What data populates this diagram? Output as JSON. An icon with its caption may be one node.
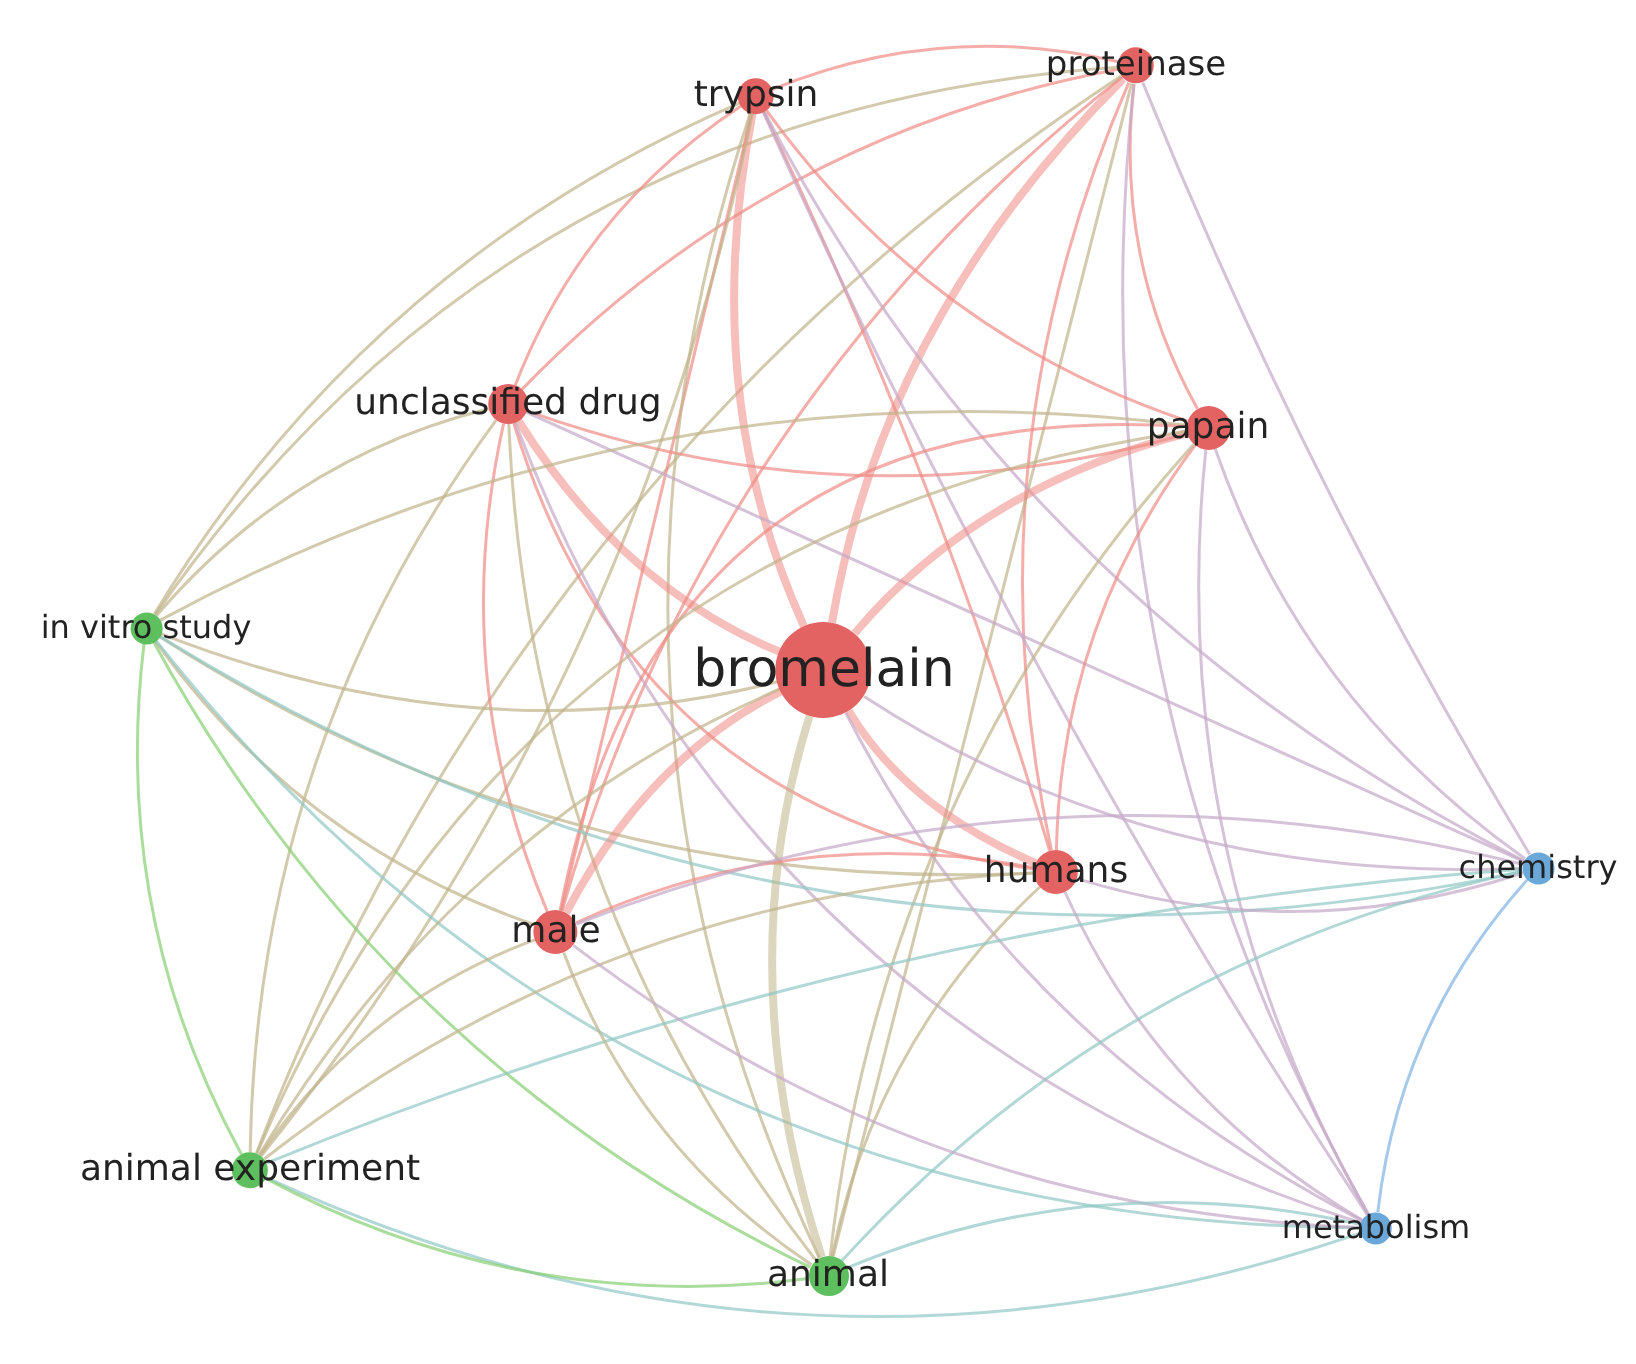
{
  "diagram": {
    "nodes": [
      {
        "text": [
          "proteinase"
        ]
      },
      {
        "text": [
          "trypsin"
        ]
      },
      {
        "text": [
          "unclassified drug"
        ]
      },
      {
        "text": [
          "papain"
        ]
      },
      {
        "text": [
          "in vitro study"
        ]
      },
      {
        "text": [
          "bromelain"
        ]
      },
      {
        "text": [
          "humans"
        ]
      },
      {
        "text": [
          "chemistry"
        ]
      },
      {
        "text": [
          "male"
        ]
      },
      {
        "text": [
          "animal experiment"
        ]
      },
      {
        "text": [
          "metabolism"
        ]
      },
      {
        "text": [
          "animal"
        ]
      }
    ],
    "edges": [
      {
        "from": 0,
        "to": 1,
        "arrow": "none"
      },
      {
        "from": 0,
        "to": 2,
        "arrow": "none"
      },
      {
        "from": 0,
        "to": 3,
        "arrow": "none"
      },
      {
        "from": 0,
        "to": 4,
        "arrow": "none",
        "color": "#c0b48a"
      },
      {
        "from": 0,
        "to": 5,
        "arrow": "none",
        "style": "thick"
      },
      {
        "from": 0,
        "to": 6,
        "arrow": "none"
      },
      {
        "from": 0,
        "to": 7,
        "arrow": "none",
        "color": "#c4a8c8"
      },
      {
        "from": 0,
        "to": 8,
        "arrow": "none"
      },
      {
        "from": 0,
        "to": 9,
        "arrow": "none",
        "color": "#c0b48a"
      },
      {
        "from": 0,
        "to": 10,
        "arrow": "none",
        "color": "#c4a8c8"
      },
      {
        "from": 0,
        "to": 11,
        "arrow": "none",
        "color": "#c0b48a"
      },
      {
        "from": 1,
        "to": 2,
        "arrow": "none"
      },
      {
        "from": 1,
        "to": 3,
        "arrow": "none"
      },
      {
        "from": 1,
        "to": 4,
        "arrow": "none",
        "color": "#c0b48a"
      },
      {
        "from": 1,
        "to": 5,
        "arrow": "none",
        "style": "thick"
      },
      {
        "from": 1,
        "to": 6,
        "arrow": "none"
      },
      {
        "from": 1,
        "to": 7,
        "arrow": "none",
        "color": "#c4a8c8"
      },
      {
        "from": 1,
        "to": 8,
        "arrow": "none"
      },
      {
        "from": 1,
        "to": 9,
        "arrow": "none",
        "color": "#c0b48a"
      },
      {
        "from": 1,
        "to": 10,
        "arrow": "none",
        "color": "#c4a8c8"
      },
      {
        "from": 1,
        "to": 11,
        "arrow": "none",
        "color": "#c0b48a"
      },
      {
        "from": 2,
        "to": 3,
        "arrow": "none"
      },
      {
        "from": 2,
        "to": 4,
        "arrow": "none",
        "color": "#c0b48a"
      },
      {
        "from": 2,
        "to": 5,
        "arrow": "none",
        "style": "thick"
      },
      {
        "from": 2,
        "to": 6,
        "arrow": "none"
      },
      {
        "from": 2,
        "to": 7,
        "arrow": "none",
        "color": "#c4a8c8"
      },
      {
        "from": 2,
        "to": 8,
        "arrow": "none"
      },
      {
        "from": 2,
        "to": 9,
        "arrow": "none",
        "color": "#c0b48a"
      },
      {
        "from": 2,
        "to": 10,
        "arrow": "none",
        "color": "#c4a8c8"
      },
      {
        "from": 2,
        "to": 11,
        "arrow": "none",
        "color": "#c0b48a"
      },
      {
        "from": 3,
        "to": 4,
        "arrow": "none",
        "color": "#c0b48a"
      },
      {
        "from": 3,
        "to": 5,
        "arrow": "none",
        "style": "thick"
      },
      {
        "from": 3,
        "to": 6,
        "arrow": "none"
      },
      {
        "from": 3,
        "to": 7,
        "arrow": "none",
        "color": "#c4a8c8"
      },
      {
        "from": 3,
        "to": 8,
        "arrow": "none"
      },
      {
        "from": 3,
        "to": 9,
        "arrow": "none",
        "color": "#c0b48a"
      },
      {
        "from": 3,
        "to": 10,
        "arrow": "none",
        "color": "#c4a8c8"
      },
      {
        "from": 3,
        "to": 11,
        "arrow": "none",
        "color": "#c0b48a"
      },
      {
        "from": 4,
        "to": 5,
        "arrow": "none",
        "color": "#c0b48a"
      },
      {
        "from": 4,
        "to": 6,
        "arrow": "none",
        "color": "#c0b48a"
      },
      {
        "from": 4,
        "to": 7,
        "arrow": "none",
        "color": "#90c8c4"
      },
      {
        "from": 4,
        "to": 8,
        "arrow": "none",
        "color": "#c0b48a"
      },
      {
        "from": 4,
        "to": 9,
        "arrow": "none",
        "color": "#86cf72"
      },
      {
        "from": 4,
        "to": 10,
        "arrow": "none",
        "color": "#90c8c4"
      },
      {
        "from": 4,
        "to": 11,
        "arrow": "none",
        "color": "#86cf72"
      },
      {
        "from": 5,
        "to": 6,
        "arrow": "none",
        "style": "thick"
      },
      {
        "from": 5,
        "to": 7,
        "arrow": "none",
        "color": "#c4a8c8"
      },
      {
        "from": 5,
        "to": 8,
        "arrow": "none",
        "style": "thick"
      },
      {
        "from": 5,
        "to": 9,
        "arrow": "none",
        "color": "#c0b48a"
      },
      {
        "from": 5,
        "to": 10,
        "arrow": "none",
        "color": "#c4a8c8"
      },
      {
        "from": 5,
        "to": 11,
        "arrow": "none",
        "style": "thick",
        "color": "#c0b48a"
      },
      {
        "from": 6,
        "to": 7,
        "arrow": "none",
        "color": "#c4a8c8"
      },
      {
        "from": 6,
        "to": 8,
        "arrow": "none"
      },
      {
        "from": 6,
        "to": 9,
        "arrow": "none",
        "color": "#c0b48a"
      },
      {
        "from": 6,
        "to": 10,
        "arrow": "none",
        "color": "#c4a8c8"
      },
      {
        "from": 6,
        "to": 11,
        "arrow": "none",
        "color": "#c0b48a"
      },
      {
        "from": 7,
        "to": 8,
        "arrow": "none",
        "color": "#c4a8c8"
      },
      {
        "from": 7,
        "to": 9,
        "arrow": "none",
        "color": "#90c8c4"
      },
      {
        "from": 7,
        "to": 10,
        "arrow": "none",
        "color": "#7fb2e2"
      },
      {
        "from": 7,
        "to": 11,
        "arrow": "none",
        "color": "#90c8c4"
      },
      {
        "from": 8,
        "to": 9,
        "arrow": "none",
        "color": "#c0b48a"
      },
      {
        "from": 8,
        "to": 10,
        "arrow": "none",
        "color": "#c4a8c8"
      },
      {
        "from": 8,
        "to": 11,
        "arrow": "none",
        "color": "#c0b48a"
      },
      {
        "from": 9,
        "to": 10,
        "arrow": "none",
        "color": "#90c8c4"
      },
      {
        "from": 9,
        "to": 11,
        "arrow": "none",
        "color": "#86cf72"
      },
      {
        "from": 10,
        "to": 11,
        "arrow": "none",
        "color": "#90c8c4"
      }
    ]
  }
}
